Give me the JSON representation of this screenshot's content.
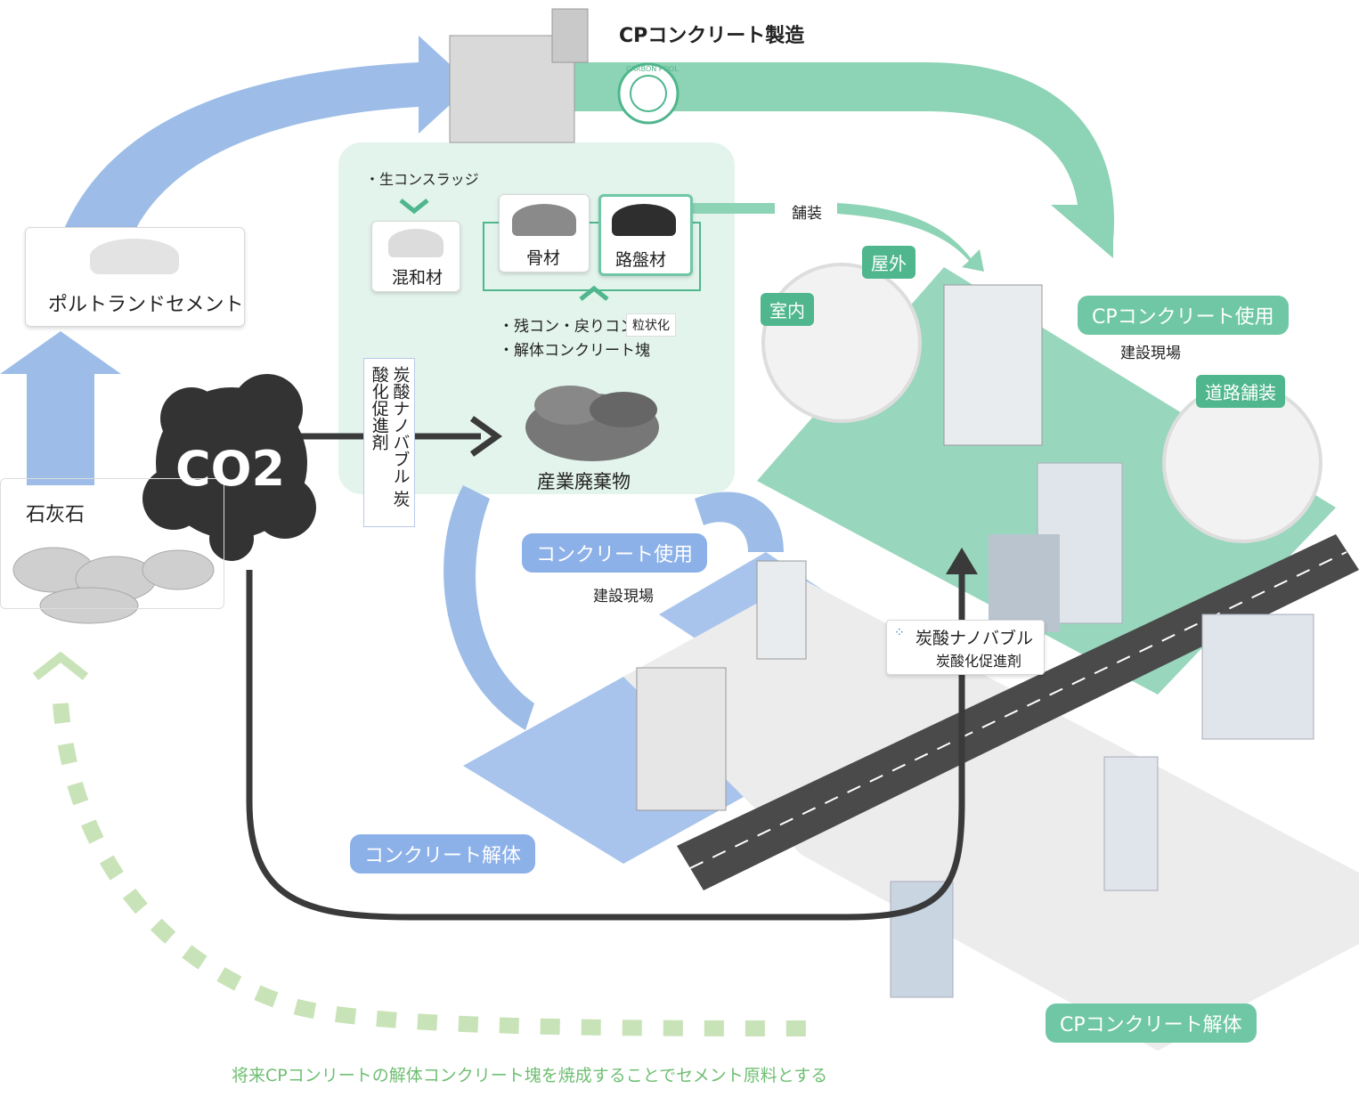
{
  "title": "CPコンクリート製造",
  "logo_text": "CARBON POOL",
  "limestone": "石灰石",
  "portland_cement": "ポルトランドセメント",
  "co2": "CO2",
  "sludge": "・生コンスラッジ",
  "admixture": "混和材",
  "aggregate": "骨材",
  "roadbed": "路盤材",
  "paving": "舗装",
  "residual_concrete": "・残コン・戻りコン",
  "granulation": "粒状化",
  "demolition_chunks": "・解体コンクリート塊",
  "industrial_waste": "産業廃棄物",
  "carbonation_vertical": "炭酸ナノバブル 炭酸化促進剤",
  "carbonation_bubble": {
    "line1": "炭酸ナノバブル",
    "line2": "炭酸化促進剤"
  },
  "outdoor": "屋外",
  "indoor": "室内",
  "cp_use": "CPコンクリート使用",
  "construction_site_1": "建設現場",
  "road_paving": "道路舗装",
  "concrete_use": "コンクリート使用",
  "construction_site_2": "建設現場",
  "concrete_demolition": "コンクリート解体",
  "cp_demolition": "CPコンクリート解体",
  "future_note": "将来CPコンリートの解体コンクリート塊を焼成することでセメント原料とする",
  "colors": {
    "blue_flow": "#9dbde8",
    "green_flow": "#8dd3b6",
    "green_panel": "#e3f4ec",
    "dark": "#3a3a3a",
    "dotted_green": "#c9e3b8",
    "accent_green": "#4fb68d"
  }
}
